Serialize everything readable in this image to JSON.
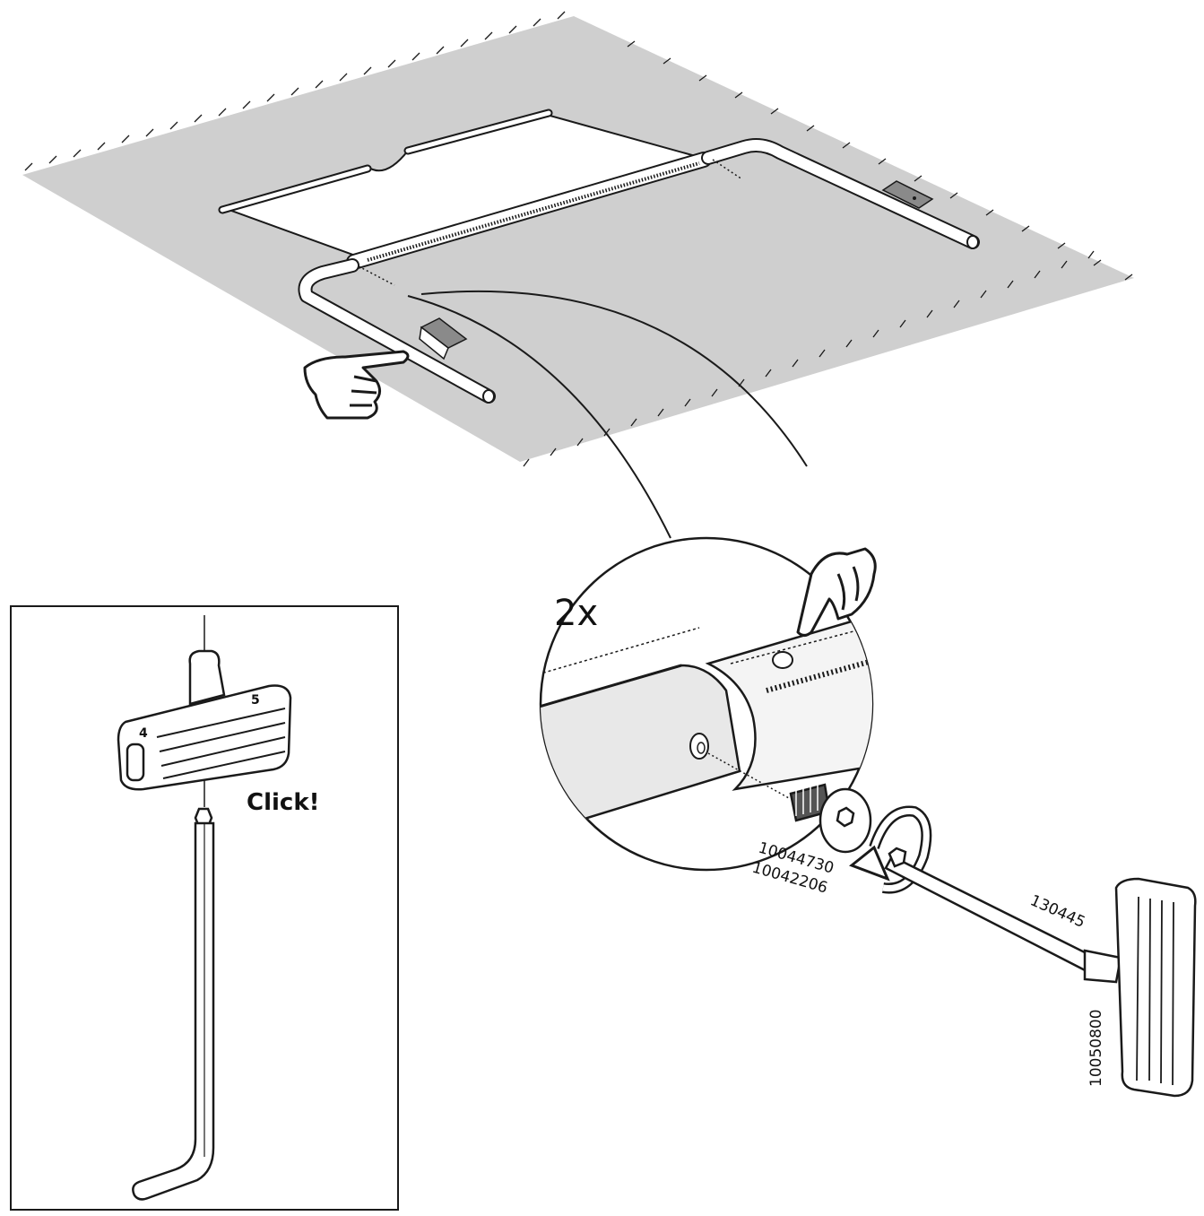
{
  "step": {
    "quantity": "2x",
    "click_label": "Click!"
  },
  "parts": {
    "screw_a": "10044730",
    "screw_b": "10042206",
    "hex_key": "130445",
    "tool_handle": "10050800"
  },
  "tool_size_marks": {
    "left": "4",
    "right": "5"
  },
  "colors": {
    "ceiling": "#cfcfcf",
    "line": "#1a1a1a",
    "part_fill": "#ffffff",
    "bracket": "#8a8a8a"
  }
}
